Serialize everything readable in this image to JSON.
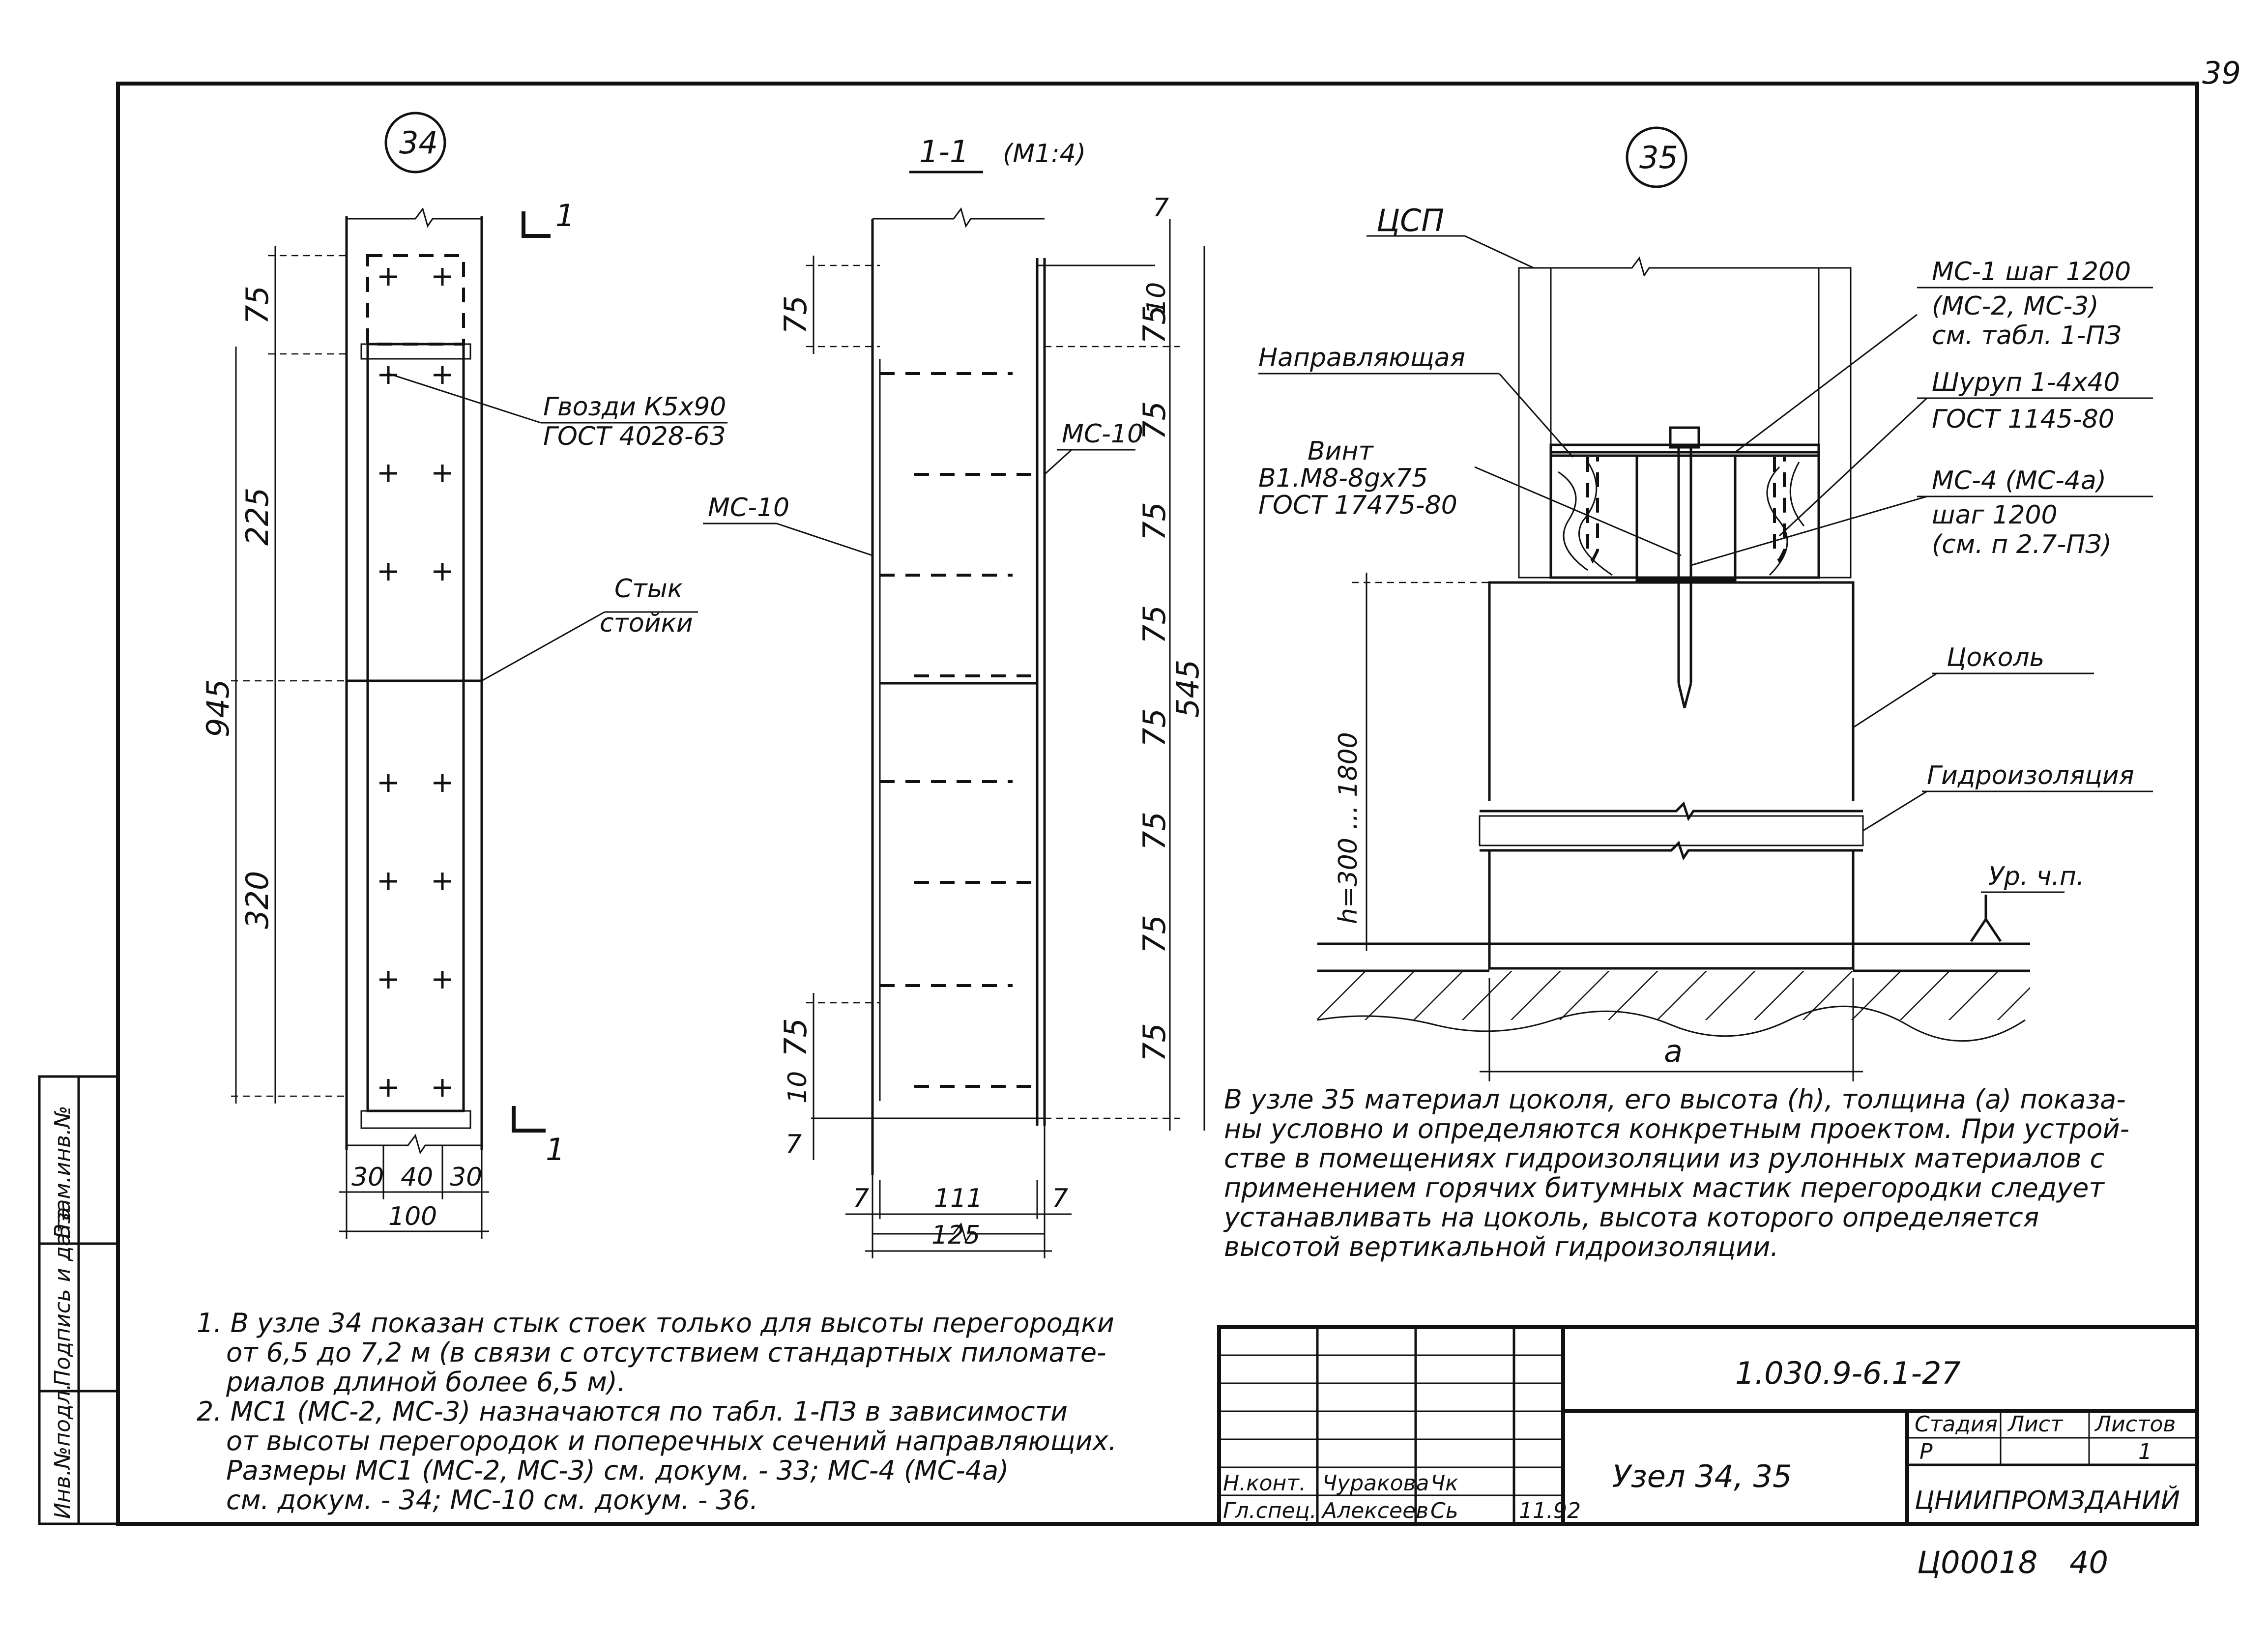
{
  "sheet": {
    "page_number": "39",
    "archive_number": "Ц00018",
    "archive_page": "40"
  },
  "side_stamp": {
    "col1": "Инв.№подл.",
    "col2": "Подпись и дата",
    "col3": "Взам.инв.№"
  },
  "node34": {
    "number": "34",
    "section_mark": "1",
    "label_nails_1": "Гвозди К5х90",
    "label_nails_2": "ГОСТ 4028-63",
    "label_joint_1": "Стык",
    "label_joint_2": "стойки",
    "dims": {
      "d75": "75",
      "d225": "225",
      "d945": "945",
      "d320": "320",
      "d30a": "30",
      "d40": "40",
      "d30b": "30",
      "d100": "100"
    }
  },
  "section11": {
    "title": "1-1",
    "scale": "(М1:4)",
    "label_mc10_left": "МС-10",
    "label_mc10_right": "МС-10",
    "dims_left": [
      "75",
      "75",
      "10",
      "7"
    ],
    "dims_right": [
      "7",
      "10",
      "75",
      "75",
      "75",
      "75",
      "75",
      "75",
      "75",
      "75"
    ],
    "dim_total": "545",
    "dim_7a": "7",
    "dim_111": "111",
    "dim_7b": "7",
    "dim_125": "125"
  },
  "node35": {
    "number": "35",
    "label_csp": "ЦСП",
    "label_guide": "Направляющая",
    "label_screw_1": "Винт",
    "label_screw_2": "В1.М8-8gх75",
    "label_screw_3": "ГОСТ 17475-80",
    "label_mc1_1": "МС-1 шаг 1200",
    "label_mc1_2": "(МС-2, МС-3)",
    "label_mc1_3": "см. табл. 1-ПЗ",
    "label_dowel_1": "Шуруп 1-4х40",
    "label_dowel_2": "ГОСТ 1145-80",
    "label_mc4_1": "МС-4 (МС-4а)",
    "label_mc4_2": "шаг 1200",
    "label_mc4_3": "(см. п 2.7-ПЗ)",
    "label_plinth": "Цоколь",
    "label_waterproof": "Гидроизоляция",
    "label_floor": "Ур. ч.п.",
    "label_h": "h=300 ... 1800",
    "label_a": "a"
  },
  "note35": [
    "В узле 35 материал цоколя, его высота (h), толщина (a) показа-",
    "ны условно и определяются конкретным проектом. При устрой-",
    "стве в помещениях гидроизоляции из рулонных материалов с",
    "применением горячих битумных мастик перегородки следует",
    "устанавливать на цоколь, высота которого определяется",
    "высотой вертикальной гидроизоляции."
  ],
  "notes": [
    "1. В узле 34 показан стык стоек только для высоты перегородки",
    "от 6,5 до 7,2 м (в связи с отсутствием стандартных пиломате-",
    "риалов длиной более 6,5 м).",
    "2. МС1 (МС-2, МС-3) назначаются по табл. 1-ПЗ в зависимости",
    "от высоты перегородок и поперечных сечений направляющих.",
    "Размеры МС1 (МС-2, МС-3) см. докум. - 33; МС-4 (МС-4а)",
    "см. докум. - 34; МС-10 см. докум. - 36."
  ],
  "title_block": {
    "code": "1.030.9-6.1-27",
    "title": "Узел 34, 35",
    "org": "ЦНИИПРОМЗДАНИЙ",
    "stage_h": "Стадия",
    "sheet_h": "Лист",
    "sheets_h": "Листов",
    "stage": "Р",
    "sheet": "",
    "sheets": "1",
    "role1": "Н.конт.",
    "role2": "Гл.спец.",
    "name1": "Чуракова",
    "name2": "Алексеев",
    "sign1": "Чк",
    "sign2": "Сь",
    "date": "11.92"
  }
}
